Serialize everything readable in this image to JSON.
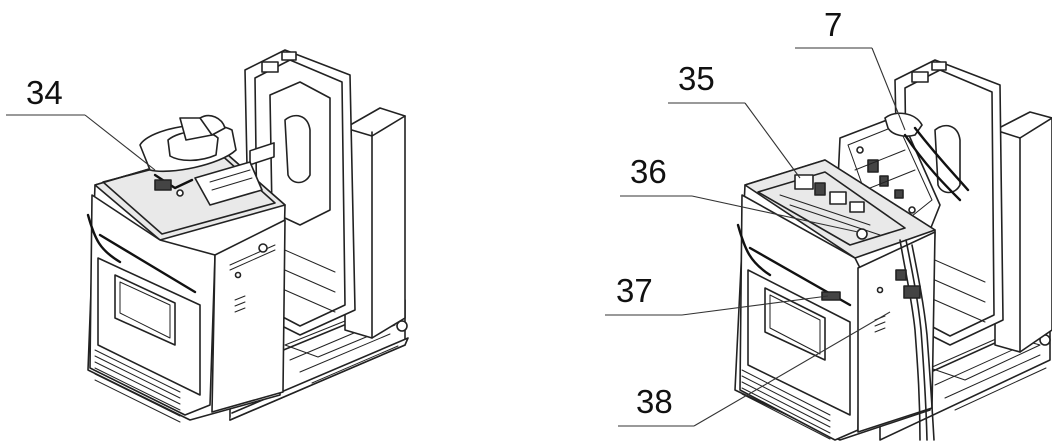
{
  "figure": {
    "left_view": {
      "callouts": [
        {
          "id": "34",
          "label": "34"
        }
      ]
    },
    "right_view": {
      "callouts": [
        {
          "id": "7",
          "label": "7"
        },
        {
          "id": "35",
          "label": "35"
        },
        {
          "id": "36",
          "label": "36"
        },
        {
          "id": "37",
          "label": "37"
        },
        {
          "id": "38",
          "label": "38"
        }
      ]
    }
  }
}
